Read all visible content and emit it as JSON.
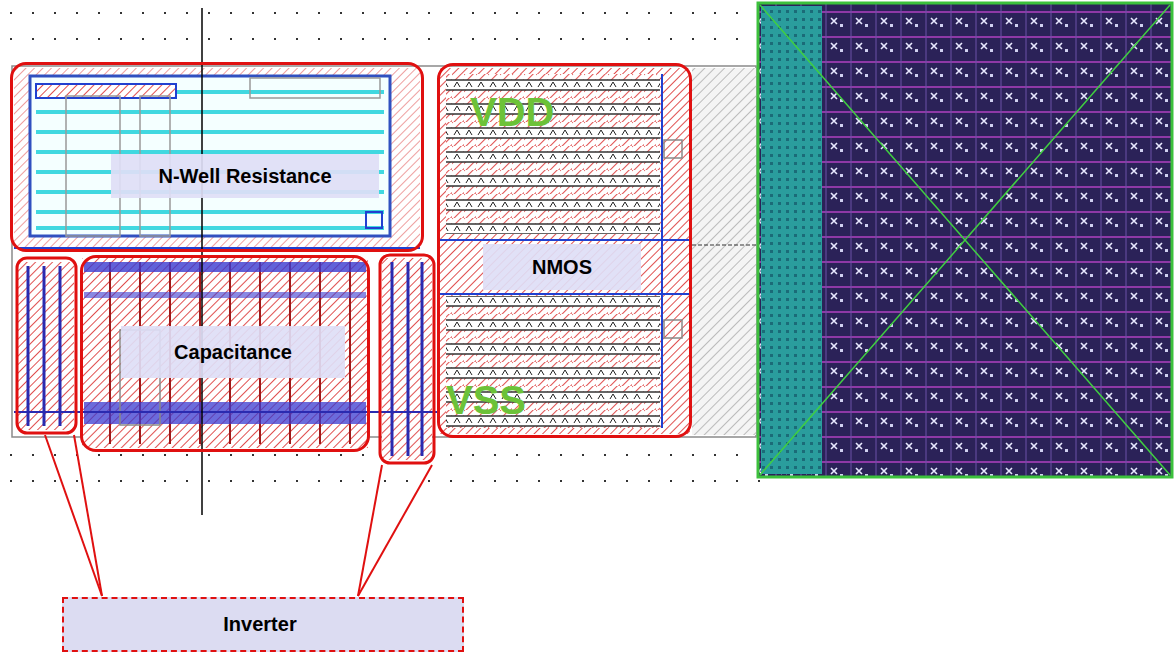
{
  "diagram": {
    "nodes": [
      {
        "text": [
          "N-Well Resistance"
        ]
      },
      {
        "text": [
          "NMOS"
        ]
      },
      {
        "text": [
          "Capacitance"
        ]
      },
      {
        "text": [
          "Inverter"
        ]
      }
    ],
    "labels": [
      "VDD",
      "VSS"
    ]
  }
}
